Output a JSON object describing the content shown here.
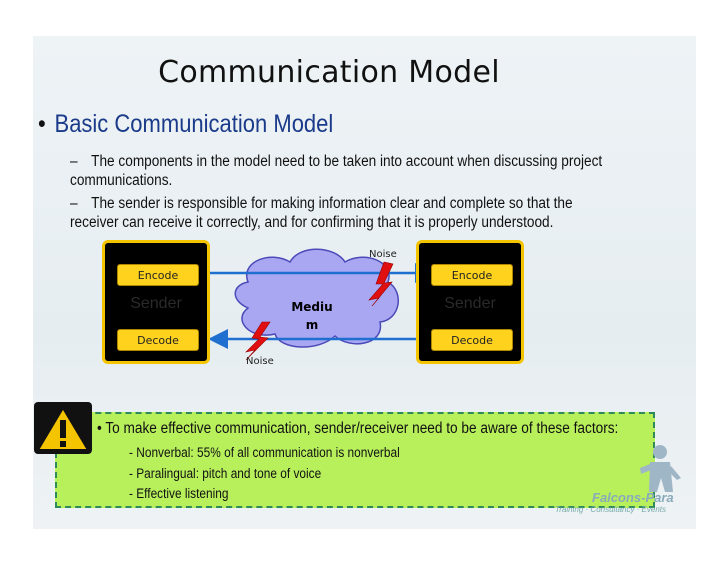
{
  "title": "Communication Model",
  "main_bullet": "Basic Communication Model",
  "sub_bullets": [
    {
      "line1": "The components in the model need to be taken into account when discussing project",
      "line2": "communications."
    },
    {
      "line1": "The sender is responsible for making information clear and complete so that the",
      "line2": "receiver can receive it correctly, and for confirming that it is properly understood."
    }
  ],
  "diagram": {
    "left_box": {
      "encode": "Encode",
      "decode": "Decode",
      "label": "Sender"
    },
    "right_box": {
      "encode": "Encode",
      "decode": "Decode",
      "label": "Sender"
    },
    "medium_line1": "Mediu",
    "medium_line2": "m",
    "noise_top": "Noise",
    "noise_bottom": "Noise"
  },
  "factors": {
    "heading": "To make effective communication, sender/receiver need to be aware of these factors:",
    "items": [
      "Nonverbal: 55% of all communication is nonverbal",
      "Paralingual: pitch and tone of voice",
      "Effective listening"
    ]
  },
  "logo": {
    "brand": "Falcons-Para",
    "tagline": "Training · Consultancy · Events"
  },
  "colors": {
    "title_blue": "#1a3a8a",
    "box_border": "#f5c400",
    "tag_fill": "#ffd21e",
    "factor_fill": "#b8f05c",
    "arrow": "#1e6fd0",
    "cloud": "#a9a6f2"
  }
}
